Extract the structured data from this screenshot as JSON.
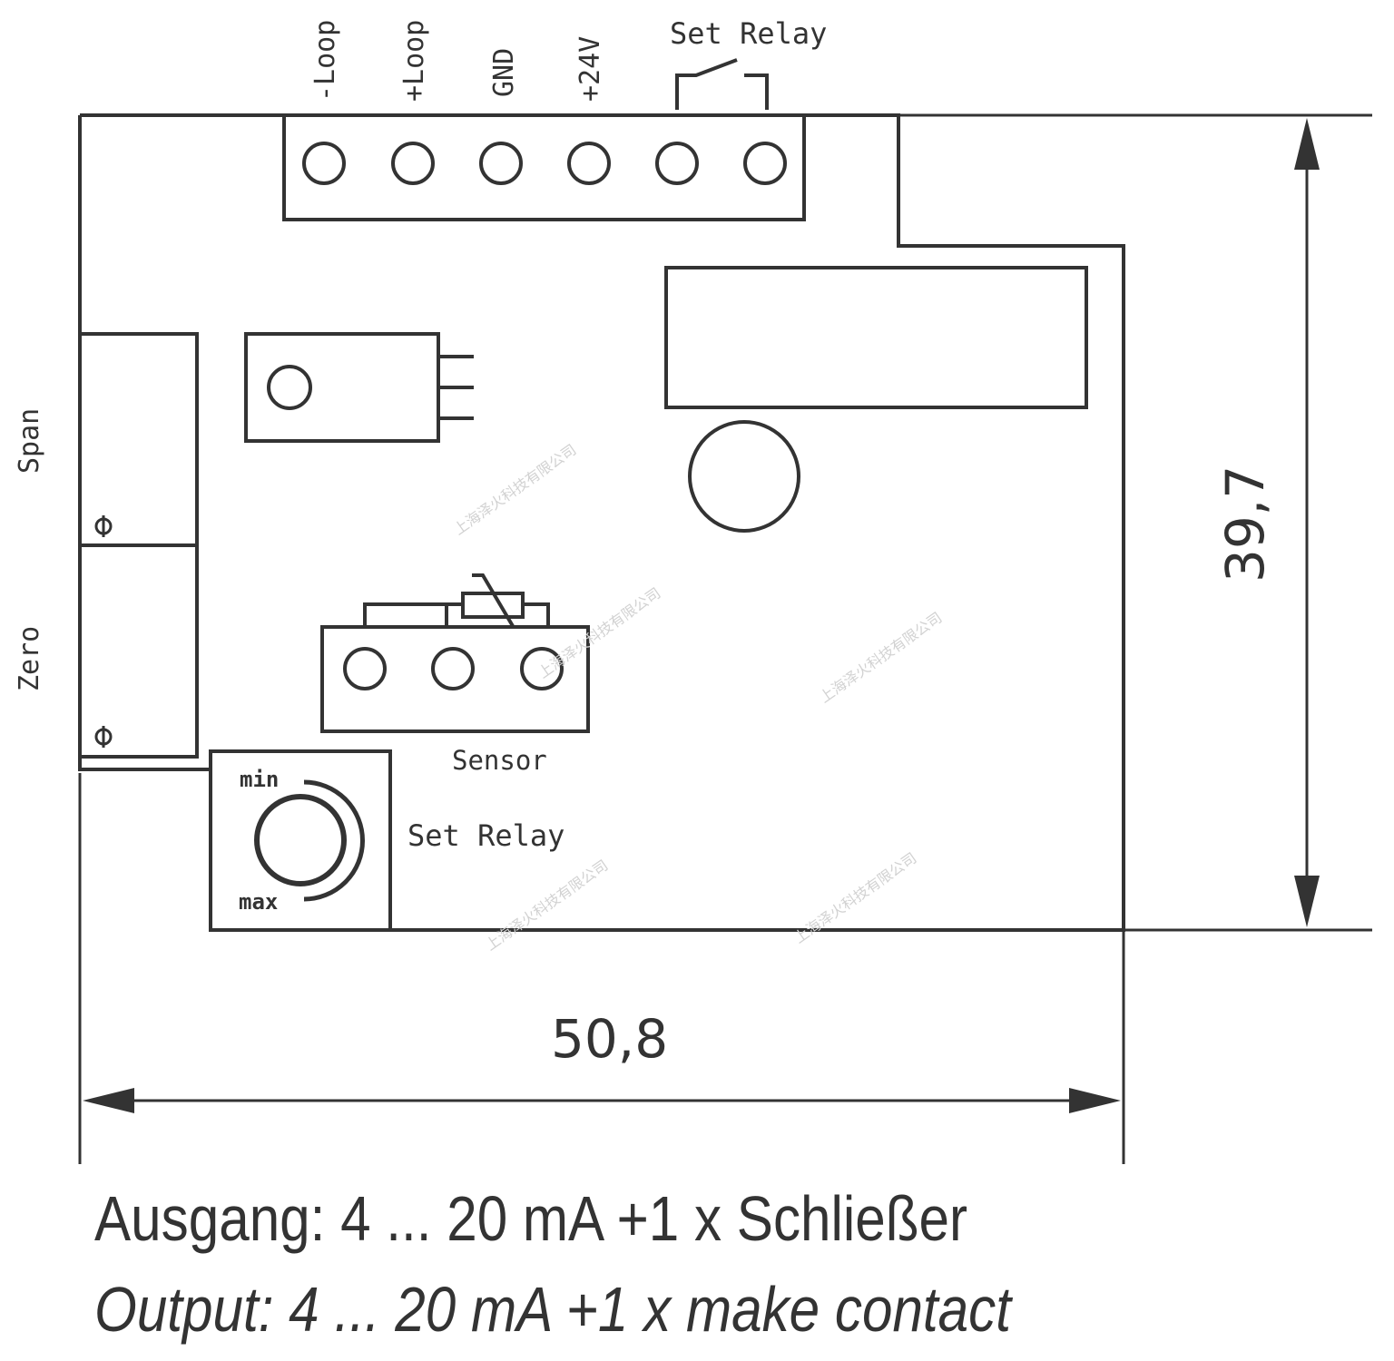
{
  "terminal_labels": [
    "-Loop",
    "+Loop",
    "GND",
    "+24V"
  ],
  "relay_label_top": "Set Relay",
  "side_labels": {
    "span": "Span",
    "zero": "Zero"
  },
  "sensor_label": "Sensor",
  "knob": {
    "min": "min",
    "max": "max",
    "label": "Set Relay"
  },
  "dimensions": {
    "height": "39,7",
    "width": "50,8"
  },
  "caption": {
    "de": "Ausgang: 4 ... 20 mA +1 x Schließer",
    "en": "Output: 4 ... 20 mA +1 x make contact"
  },
  "watermark": "上海泽火科技有限公司",
  "colors": {
    "line": "#333333",
    "watermark": "#d2d2d2"
  }
}
